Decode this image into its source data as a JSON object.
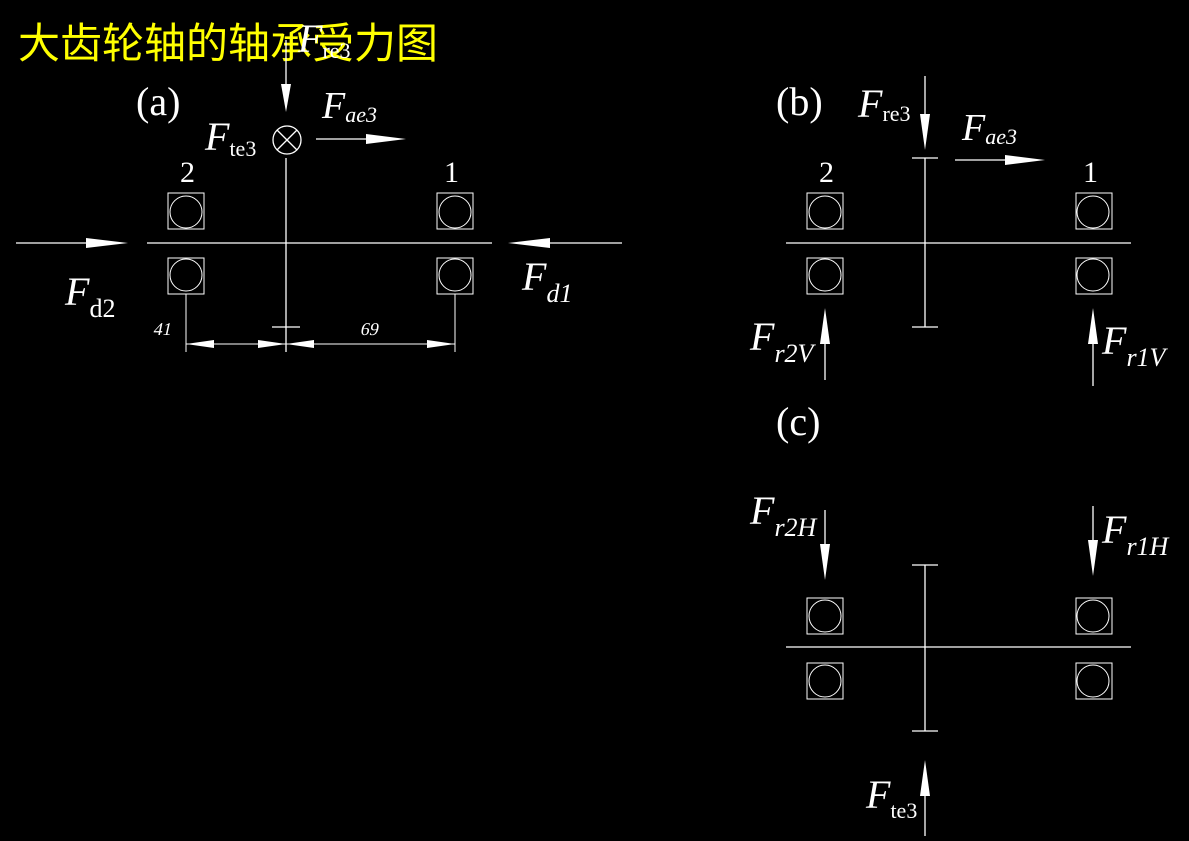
{
  "title": "大齿轮轴的轴承受力图",
  "panels": {
    "a": {
      "label": "(a)",
      "bearing_left": "2",
      "bearing_right": "1",
      "force_radial_top": {
        "main": "F",
        "sub": "re3"
      },
      "force_tangential": {
        "main": "F",
        "sub": "te3"
      },
      "force_axial": {
        "main": "F",
        "sub": "ae3"
      },
      "force_d2": {
        "main": "F",
        "sub": "d2"
      },
      "force_d1": {
        "main": "F",
        "sub": "d1"
      },
      "dim_left": "41",
      "dim_right": "69"
    },
    "b": {
      "label": "(b)",
      "bearing_left": "2",
      "bearing_right": "1",
      "force_radial_top": {
        "main": "F",
        "sub": "re3"
      },
      "force_axial": {
        "main": "F",
        "sub": "ae3"
      },
      "force_r2v": {
        "main": "F",
        "sub": "r2V"
      },
      "force_r1v": {
        "main": "F",
        "sub": "r1V"
      }
    },
    "c": {
      "label": "(c)",
      "force_r2h": {
        "main": "F",
        "sub": "r2H"
      },
      "force_r1h": {
        "main": "F",
        "sub": "r1H"
      },
      "force_te3": {
        "main": "F",
        "sub": "te3"
      }
    }
  }
}
